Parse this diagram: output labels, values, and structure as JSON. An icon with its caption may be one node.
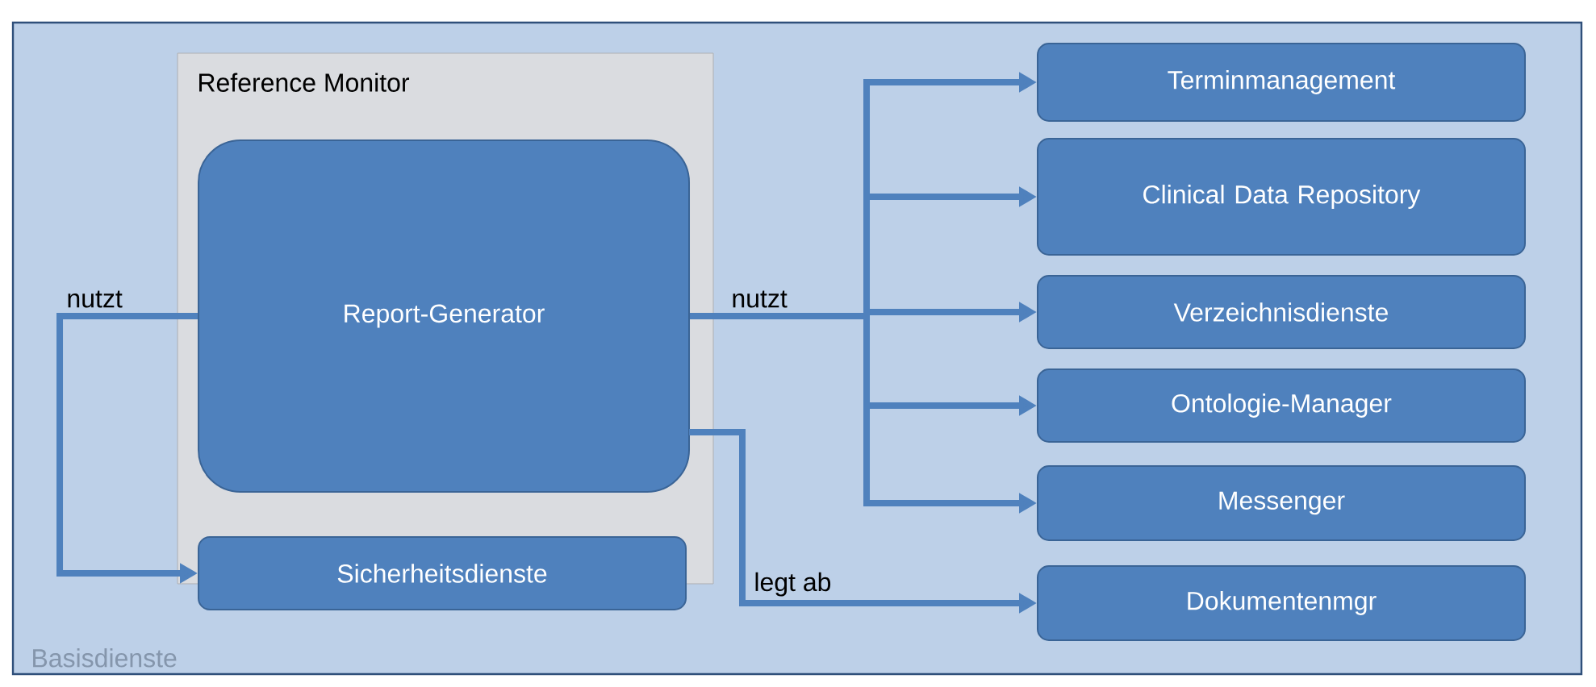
{
  "diagram": {
    "nodes": [
      {
        "text": [
          "Basisdienste"
        ]
      },
      {
        "text": [
          "Reference Monitor"
        ],
        "in": 0
      },
      {
        "text": [
          "Report-Generator"
        ],
        "in": 1
      },
      {
        "text": [
          "Sicherheitsdienste"
        ],
        "in": 0
      },
      {
        "text": [
          "Terminmanagement"
        ],
        "in": 0
      },
      {
        "text": [
          "Clinical Data Repository"
        ],
        "in": 0
      },
      {
        "text": [
          "Verzeichnisdienste"
        ],
        "in": 0
      },
      {
        "text": [
          "Ontologie-Manager"
        ],
        "in": 0
      },
      {
        "text": [
          "Messenger"
        ],
        "in": 0
      },
      {
        "text": [
          "Dokumentenmgr"
        ],
        "in": 0
      }
    ],
    "edges": [
      {
        "from": 2,
        "to": 3,
        "arrow": "to",
        "label": "nutzt"
      },
      {
        "from": 2,
        "to": 4,
        "arrow": "to"
      },
      {
        "from": 2,
        "to": 5,
        "arrow": "to"
      },
      {
        "from": 2,
        "to": 6,
        "arrow": "to",
        "label": "nutzt"
      },
      {
        "from": 2,
        "to": 7,
        "arrow": "to"
      },
      {
        "from": 2,
        "to": 8,
        "arrow": "to"
      },
      {
        "from": 2,
        "to": 9,
        "arrow": "to",
        "label": "legt ab"
      }
    ]
  }
}
